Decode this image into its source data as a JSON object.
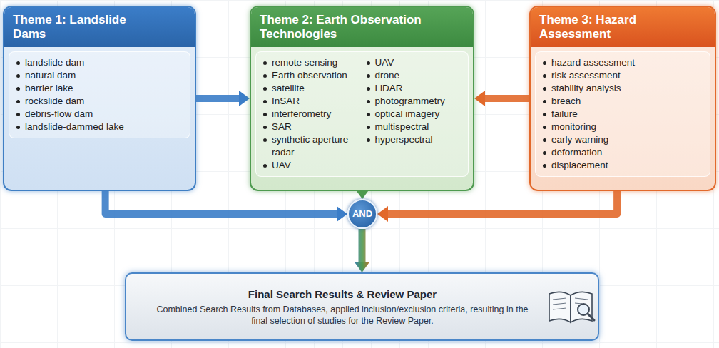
{
  "diagram": {
    "nodes": [
      {
        "text": [
          "Theme 1: Landslide Dams",
          "landslide dam",
          "natural dam",
          "barrier lake",
          "rockslide dam",
          "debris-flow dam",
          "landslide-dammed lake"
        ]
      },
      {
        "text": [
          "Theme 2: Earth Observation Technologies",
          "remote sensing",
          "Earth observation",
          "satellite",
          "InSAR",
          "interferometry",
          "SAR",
          "synthetic aperture radar",
          "UAV",
          "UAV",
          "drone",
          "LiDAR",
          "photogrammetry",
          "optical imagery",
          "multispectral",
          "hyperspectral"
        ]
      },
      {
        "text": [
          "Theme 3: Hazard Assessment",
          "hazard assessment",
          "risk assessment",
          "stability analysis",
          "breach",
          "failure",
          "monitoring",
          "early warning",
          "deformation",
          "displacement"
        ]
      },
      {
        "text": [
          "AND"
        ]
      },
      {
        "text": [
          "Final Search Results & Review Paper",
          "Combined Search Results from Databases, applied inclusion/exclusion criteria, resulting in the final selection of studies for the Review Paper."
        ]
      }
    ],
    "edges": [
      {
        "from": 0,
        "to": 1,
        "arrow": "to"
      },
      {
        "from": 2,
        "to": 1,
        "arrow": "to"
      },
      {
        "from": 0,
        "to": 3,
        "arrow": "to"
      },
      {
        "from": 2,
        "to": 3,
        "arrow": "to"
      },
      {
        "from": 1,
        "to": 3,
        "arrow": "to"
      },
      {
        "from": 3,
        "to": 4,
        "arrow": "to"
      }
    ]
  }
}
